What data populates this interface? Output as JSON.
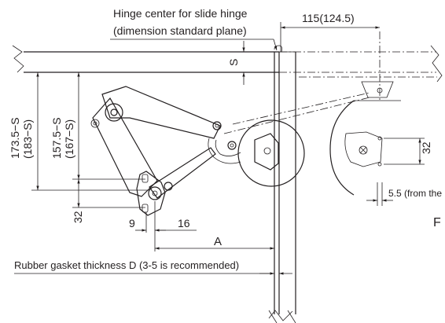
{
  "labels": {
    "hinge_center_line1": "Hinge center for slide hinge",
    "hinge_center_line2": "(dimension standard plane)",
    "dim_115": "115(124.5)",
    "dim_s": "S",
    "dim_173_line1": "173.5−S",
    "dim_173_line2": "(183−S)",
    "dim_157_line1": "157.5−S",
    "dim_157_line2": "(167−S)",
    "dim_32_left": "32",
    "dim_9": "9",
    "dim_16": "16",
    "dim_a": "A",
    "gasket_note": "Rubber gasket thickness D (3-5 is recommended)",
    "dim_32_right": "32",
    "dim_5_5": "5.5 (from the",
    "fig_label": "F"
  }
}
